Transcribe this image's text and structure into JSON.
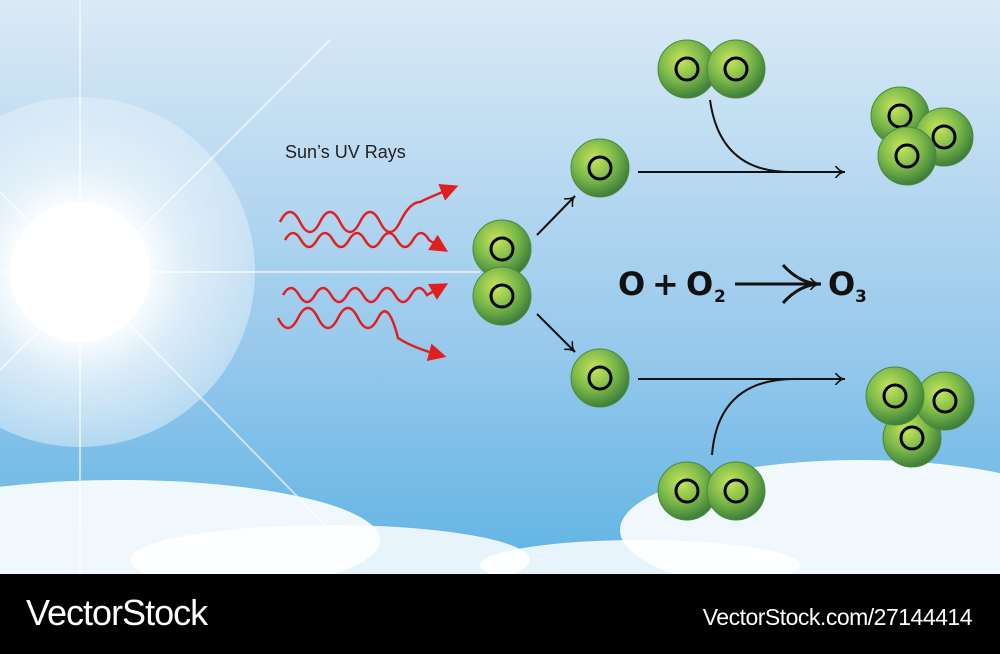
{
  "title": "Sun’s UV Rays",
  "atom_label": "O",
  "equation": {
    "reactant1": "O",
    "plus": "+",
    "reactant2": "O",
    "reactant2_sub": "2",
    "product": "O",
    "product_sub": "3"
  },
  "footer": {
    "logo": "VectorStock",
    "url": "VectorStock.com/27144414"
  },
  "colors": {
    "ray": "#e02020",
    "atom": "#6aa84f",
    "sky_top": "#dbeaf6",
    "sky_bottom": "#63b6e6"
  }
}
